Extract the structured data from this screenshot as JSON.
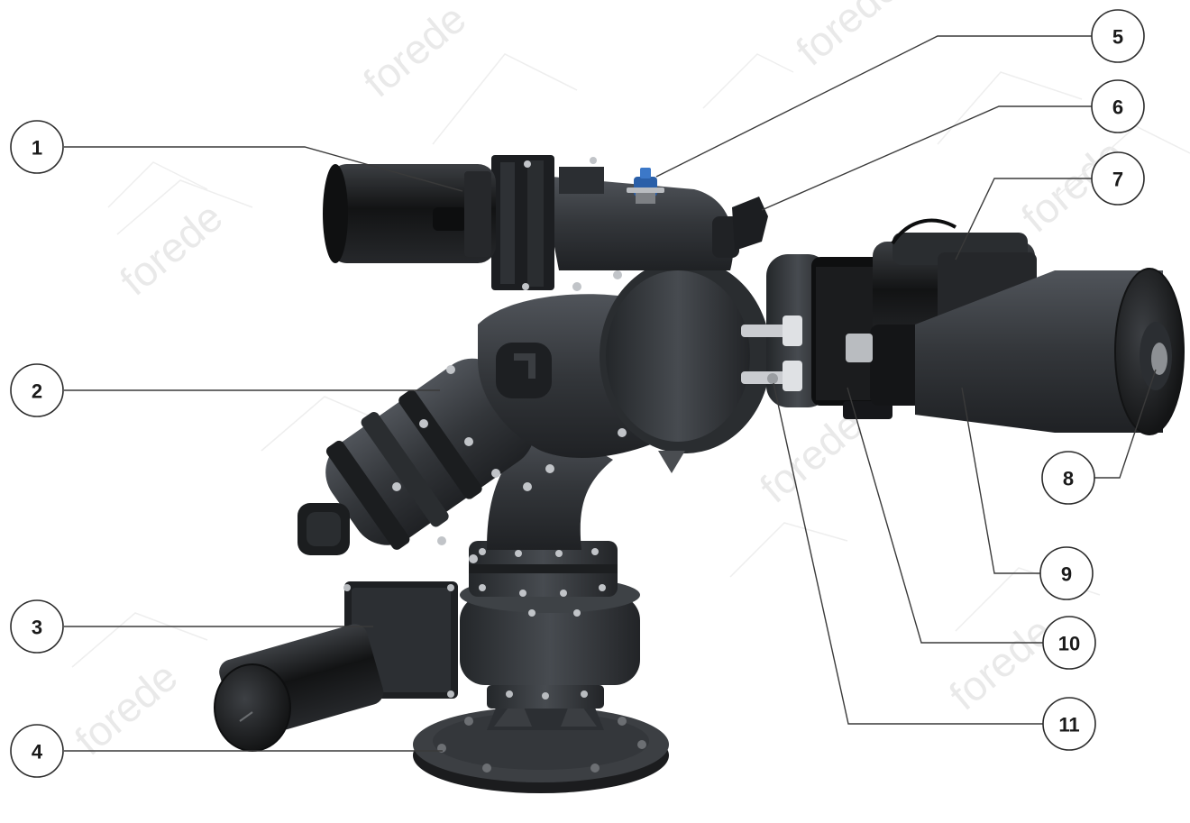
{
  "watermark": {
    "text": "forede"
  },
  "callouts": [
    {
      "label": "1"
    },
    {
      "label": "2"
    },
    {
      "label": "3"
    },
    {
      "label": "4"
    },
    {
      "label": "5"
    },
    {
      "label": "6"
    },
    {
      "label": "7"
    },
    {
      "label": "8"
    },
    {
      "label": "9"
    },
    {
      "label": "10"
    },
    {
      "label": "11"
    }
  ],
  "colors": {
    "body": "#2f3236",
    "body_light": "#4a4e53",
    "body_dark": "#1d1f22",
    "bolt": "#b9bcc0",
    "valve_blue": "#2a5fa8",
    "line": "#3a3a3a"
  }
}
